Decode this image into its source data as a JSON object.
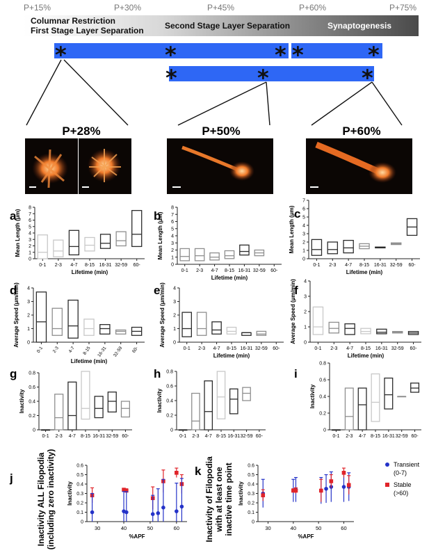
{
  "timeline": {
    "ticks": [
      "P+15%",
      "P+30%",
      "P+45%",
      "P+60%",
      "P+75%"
    ],
    "stages": [
      "Columnar Restriction",
      "First Stage Layer Separation",
      "Second Stage Layer Separation",
      "Synaptogenesis"
    ]
  },
  "stage_colors": {
    "bar_blue": "#2e67f5",
    "grey_light": "#c8c8c8",
    "grey_mid": "#8e8e8e",
    "grey_dark": "#2b2b2b",
    "red": "#e0242a",
    "blue": "#2432c8"
  },
  "micrographs": {
    "titles": [
      "P+28%",
      "P+50%",
      "P+60%"
    ]
  },
  "panel_labels": [
    "a",
    "b",
    "c",
    "d",
    "e",
    "f",
    "g",
    "h",
    "i",
    "j",
    "k"
  ],
  "axis_text": {
    "mean_length": "Mean Length (μm)",
    "avg_speed": "Average Speed (μm/min)",
    "inactivity": "Inactivity",
    "lifetime": "Lifetime (min)",
    "apf": "%APF",
    "j_title_1": "Inactivity ALL Filopodia",
    "j_title_2": "(including zero inactivity)",
    "k_title_1": "Inactivity of Filopodia",
    "k_title_2": "with at least one",
    "k_title_3": "inactive time point"
  },
  "legend": {
    "transient": "Transient",
    "transient_range": "(0-7)",
    "stable": "Stable",
    "stable_range": "(>60)"
  },
  "chart_data": [
    {
      "panel": "a",
      "type": "box",
      "ylabel": "Mean Length (μm)",
      "xlabel": "Lifetime (min)",
      "ylim": [
        0,
        8
      ],
      "yticks": [
        0,
        1,
        2,
        3,
        4,
        5,
        6,
        7,
        8
      ],
      "categories": [
        "0-1",
        "2-3",
        "4-7",
        "8-15",
        "16-31",
        "32-59",
        "60-"
      ],
      "boxes": [
        [
          0,
          1,
          3.7
        ],
        [
          0.3,
          1.2,
          2.9
        ],
        [
          0.6,
          1.9,
          4.4
        ],
        [
          1.2,
          2.1,
          3.3
        ],
        [
          1.6,
          2.4,
          3.8
        ],
        [
          2,
          2.8,
          4.2
        ],
        [
          1.9,
          3.8,
          7.5
        ]
      ]
    },
    {
      "panel": "b",
      "type": "box",
      "ylabel": "Mean Length (μm)",
      "xlabel": "Lifetime (min)",
      "ylim": [
        0,
        8
      ],
      "yticks": [
        0,
        1,
        2,
        3,
        4,
        5,
        6,
        7,
        8
      ],
      "categories": [
        "0-1",
        "2-3",
        "4-7",
        "8-15",
        "16-31",
        "32-59",
        "60-"
      ],
      "boxes": [
        [
          0.5,
          1.1,
          2.2
        ],
        [
          0.5,
          1.2,
          2.2
        ],
        [
          0.6,
          1,
          1.6
        ],
        [
          0.8,
          1.2,
          1.9
        ],
        [
          1.3,
          1.8,
          2.7
        ],
        [
          1.2,
          1.6,
          2
        ]
      ]
    },
    {
      "panel": "c",
      "type": "box",
      "ylabel": "Mean Length (μm)",
      "xlabel": "Lifetime (min)",
      "ylim": [
        0,
        7
      ],
      "yticks": [
        0,
        1,
        2,
        3,
        4,
        5,
        6,
        7
      ],
      "categories": [
        "0-1",
        "2-3",
        "4-7",
        "8-15",
        "16-31",
        "32-59",
        "60-"
      ],
      "boxes": [
        [
          0.4,
          1.1,
          2.3
        ],
        [
          0.6,
          1.1,
          2
        ],
        [
          0.7,
          1.3,
          2.2
        ],
        [
          1.2,
          1.5,
          1.8
        ],
        [
          1.3,
          1.35,
          1.4
        ],
        [
          1.7,
          1.8,
          1.9
        ],
        [
          2.8,
          3.8,
          4.8
        ]
      ]
    },
    {
      "panel": "d",
      "type": "box",
      "ylabel": "Average Speed (μm/min)",
      "xlabel": "Lifetime (min)",
      "ylim": [
        0,
        4
      ],
      "yticks": [
        0,
        1,
        2,
        3,
        4
      ],
      "categories": [
        "0-1",
        "2-3",
        "4-7",
        "8-15",
        "16-31",
        "32-59",
        "60-"
      ],
      "boxes": [
        [
          0,
          1.5,
          3.7
        ],
        [
          0.5,
          1,
          2.5
        ],
        [
          0.3,
          1.2,
          3.1
        ],
        [
          0.5,
          1,
          1.7
        ],
        [
          0.6,
          1,
          1.3
        ],
        [
          0.6,
          0.8,
          0.9
        ],
        [
          0.5,
          0.8,
          1.1
        ]
      ]
    },
    {
      "panel": "e",
      "type": "box",
      "ylabel": "Average Speed (μm/min)",
      "xlabel": "Lifetime (min)",
      "ylim": [
        0,
        4
      ],
      "yticks": [
        0,
        1,
        2,
        3,
        4
      ],
      "categories": [
        "0-1",
        "2-3",
        "4-7",
        "8-15",
        "16-31",
        "32-59",
        "60-"
      ],
      "boxes": [
        [
          0.4,
          1,
          2.2
        ],
        [
          0.5,
          1,
          2.2
        ],
        [
          0.6,
          0.9,
          1.5
        ],
        [
          0.6,
          0.8,
          1.1
        ],
        [
          0.5,
          0.7,
          0.7
        ],
        [
          0.5,
          0.6,
          0.8
        ]
      ]
    },
    {
      "panel": "f",
      "type": "box",
      "ylabel": "Average Speed (μm/min)",
      "xlabel": "Lifetime (min)",
      "ylim": [
        0,
        4
      ],
      "yticks": [
        0,
        1,
        2,
        3,
        4
      ],
      "categories": [
        "0-1",
        "2-3",
        "4-7",
        "8-15",
        "16-31",
        "32-59",
        "60-"
      ],
      "boxes": [
        [
          0.5,
          1,
          2.3
        ],
        [
          0.6,
          0.9,
          1.3
        ],
        [
          0.5,
          0.9,
          1.2
        ],
        [
          0.55,
          0.7,
          0.9
        ],
        [
          0.55,
          0.65,
          0.85
        ],
        [
          0.6,
          0.65,
          0.7
        ],
        [
          0.5,
          0.6,
          0.7
        ]
      ]
    },
    {
      "panel": "g",
      "type": "box",
      "ylabel": "Inactivity",
      "xlabel": "",
      "ylim": [
        0,
        0.8
      ],
      "yticks": [
        0,
        0.2,
        0.4,
        0.6,
        0.8
      ],
      "categories": [
        "0-1",
        "2-3",
        "4-7",
        "8-15",
        "16-31",
        "32-59",
        "60-"
      ],
      "boxes": [
        [
          0,
          0,
          0
        ],
        [
          0,
          0.17,
          0.5
        ],
        [
          0,
          0.2,
          0.67
        ],
        [
          0.15,
          0.3,
          0.82
        ],
        [
          0.17,
          0.3,
          0.47
        ],
        [
          0.25,
          0.4,
          0.53
        ],
        [
          0.18,
          0.3,
          0.4
        ]
      ]
    },
    {
      "panel": "h",
      "type": "box",
      "ylabel": "Inactivity",
      "xlabel": "",
      "ylim": [
        0,
        0.8
      ],
      "yticks": [
        0,
        0.2,
        0.4,
        0.6,
        0.8
      ],
      "categories": [
        "0-1",
        "2-3",
        "4-7",
        "8-15",
        "16-31",
        "32-59",
        "60-"
      ],
      "boxes": [
        [
          0,
          0,
          0
        ],
        [
          0,
          0.12,
          0.5
        ],
        [
          0,
          0.25,
          0.67
        ],
        [
          0.15,
          0.45,
          0.8
        ],
        [
          0.22,
          0.42,
          0.56
        ],
        [
          0.4,
          0.5,
          0.58
        ]
      ]
    },
    {
      "panel": "i",
      "type": "box",
      "ylabel": "Inactivity",
      "xlabel": "",
      "ylim": [
        0,
        0.8
      ],
      "yticks": [
        0,
        0.2,
        0.4,
        0.6,
        0.8
      ],
      "categories": [
        "0-1",
        "2-3",
        "4-7",
        "8-15",
        "16-31",
        "32-59",
        "60-"
      ],
      "boxes": [
        [
          0,
          0,
          0
        ],
        [
          0,
          0.16,
          0.5
        ],
        [
          0,
          0.3,
          0.5
        ],
        [
          0.1,
          0.33,
          0.67
        ],
        [
          0.25,
          0.42,
          0.62
        ],
        [
          0.4,
          0.4,
          0.4
        ],
        [
          0.45,
          0.5,
          0.56
        ]
      ]
    },
    {
      "panel": "j",
      "type": "scatter",
      "ylabel": "Inactivity",
      "xlabel": "%APF",
      "xlim": [
        26,
        64
      ],
      "ylim": [
        0,
        0.6
      ],
      "xticks": [
        30,
        40,
        50,
        60
      ],
      "yticks": [
        0,
        0.1,
        0.2,
        0.3,
        0.4,
        0.5,
        0.6
      ],
      "series": [
        {
          "name": "Stable",
          "color": "#e0242a",
          "x": [
            28,
            40,
            41,
            51,
            55,
            60,
            62
          ],
          "y": [
            0.28,
            0.34,
            0.33,
            0.25,
            0.43,
            0.52,
            0.4
          ],
          "err": [
            0.08,
            0.01,
            0.02,
            0.12,
            0.12,
            0.05,
            0.1
          ]
        },
        {
          "name": "Transient",
          "color": "#2432c8",
          "x": [
            28,
            40,
            41,
            51,
            53,
            55,
            60,
            62
          ],
          "y": [
            0.1,
            0.11,
            0.1,
            0.08,
            0.09,
            0.15,
            0.11,
            0.16
          ],
          "err": [
            0.2,
            0.21,
            0.22,
            0.2,
            0.26,
            0.3,
            0.3,
            0.3
          ]
        }
      ]
    },
    {
      "panel": "k",
      "type": "scatter",
      "ylabel": "Inactivity",
      "xlabel": "%APF",
      "xlim": [
        26,
        64
      ],
      "ylim": [
        0,
        0.6
      ],
      "xticks": [
        30,
        40,
        50,
        60
      ],
      "yticks": [
        0,
        0.1,
        0.2,
        0.3,
        0.4,
        0.5,
        0.6
      ],
      "series": [
        {
          "name": "Transient",
          "color": "#2432c8",
          "x": [
            28,
            40,
            41,
            51,
            53,
            55,
            60,
            62
          ],
          "y": [
            0.3,
            0.33,
            0.34,
            0.33,
            0.35,
            0.37,
            0.37,
            0.37
          ],
          "err": [
            0.15,
            0.12,
            0.13,
            0.14,
            0.15,
            0.16,
            0.16,
            0.15
          ]
        },
        {
          "name": "Stable",
          "color": "#e0242a",
          "x": [
            28,
            40,
            41,
            51,
            55,
            60,
            62
          ],
          "y": [
            0.28,
            0.33,
            0.33,
            0.33,
            0.43,
            0.52,
            0.39
          ],
          "err": [
            0.06,
            0.02,
            0.03,
            0.12,
            0.07,
            0.05,
            0.1
          ]
        }
      ]
    }
  ]
}
